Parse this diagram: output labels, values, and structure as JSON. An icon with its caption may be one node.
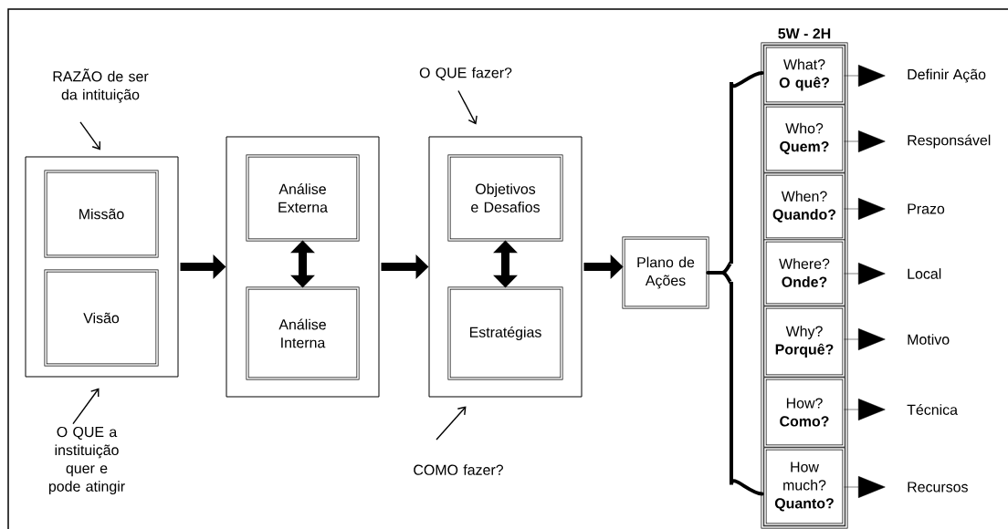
{
  "diagram": {
    "nodes": [
      {
        "text": [],
        "shape": "box"
      },
      {
        "text": [
          "Missão"
        ],
        "in": 0
      },
      {
        "text": [
          "Visão"
        ],
        "in": 0
      },
      {
        "text": [],
        "shape": "box"
      },
      {
        "text": [
          "Análise Externa"
        ],
        "in": 3
      },
      {
        "text": [
          "Análise Interna"
        ],
        "in": 3
      },
      {
        "text": [],
        "shape": "box"
      },
      {
        "text": [
          "Objetivos e Desafios"
        ],
        "in": 6
      },
      {
        "text": [
          "Estratégias"
        ],
        "in": 6
      },
      {
        "text": [
          "Plano de Ações"
        ]
      },
      {
        "text": [
          "5W - 2H"
        ]
      },
      {
        "text": [
          "What?",
          "O quê?"
        ],
        "in": 10
      },
      {
        "text": [
          "Who?",
          "Quem?"
        ],
        "in": 10
      },
      {
        "text": [
          "When?",
          "Quando?"
        ],
        "in": 10
      },
      {
        "text": [
          "Where?",
          "Onde?"
        ],
        "in": 10
      },
      {
        "text": [
          "Why?",
          "Porquê?"
        ],
        "in": 10
      },
      {
        "text": [
          "How?",
          "Como?"
        ],
        "in": 10
      },
      {
        "text": [
          "How much?",
          "Quanto?"
        ],
        "in": 10
      },
      {
        "text": [
          "Definir Ação"
        ]
      },
      {
        "text": [
          "Responsável"
        ]
      },
      {
        "text": [
          "Prazo"
        ]
      },
      {
        "text": [
          "Local"
        ]
      },
      {
        "text": [
          "Motivo"
        ]
      },
      {
        "text": [
          "Técnica"
        ]
      },
      {
        "text": [
          "Recursos"
        ]
      },
      {
        "text": [
          "RAZÃO de ser da intituição"
        ]
      },
      {
        "text": [
          "O QUE a instituição quer e pode atingir"
        ]
      },
      {
        "text": [
          "O QUE  fazer?"
        ]
      },
      {
        "text": [
          "COMO fazer?"
        ]
      }
    ],
    "edges": [
      {
        "from": 0,
        "to": 3,
        "arrow": "to",
        "style": "thick"
      },
      {
        "from": 3,
        "to": 6,
        "arrow": "to",
        "style": "thick"
      },
      {
        "from": 6,
        "to": 9,
        "arrow": "to",
        "style": "thick"
      },
      {
        "from": 4,
        "to": 5,
        "arrow": "both",
        "style": "thick"
      },
      {
        "from": 7,
        "to": 8,
        "arrow": "both",
        "style": "thick"
      },
      {
        "from": 9,
        "to": 10,
        "arrow": "none",
        "style": "thick"
      },
      {
        "from": 11,
        "to": 18,
        "arrow": "to"
      },
      {
        "from": 12,
        "to": 19,
        "arrow": "to"
      },
      {
        "from": 13,
        "to": 20,
        "arrow": "to"
      },
      {
        "from": 14,
        "to": 21,
        "arrow": "to"
      },
      {
        "from": 15,
        "to": 22,
        "arrow": "to"
      },
      {
        "from": 16,
        "to": 23,
        "arrow": "to"
      },
      {
        "from": 17,
        "to": 24,
        "arrow": "to"
      },
      {
        "from": 25,
        "to": 0,
        "arrow": "to"
      },
      {
        "from": 26,
        "to": 0,
        "arrow": "to"
      },
      {
        "from": 27,
        "to": 6,
        "arrow": "to"
      },
      {
        "from": 28,
        "to": 6,
        "arrow": "to"
      }
    ]
  }
}
